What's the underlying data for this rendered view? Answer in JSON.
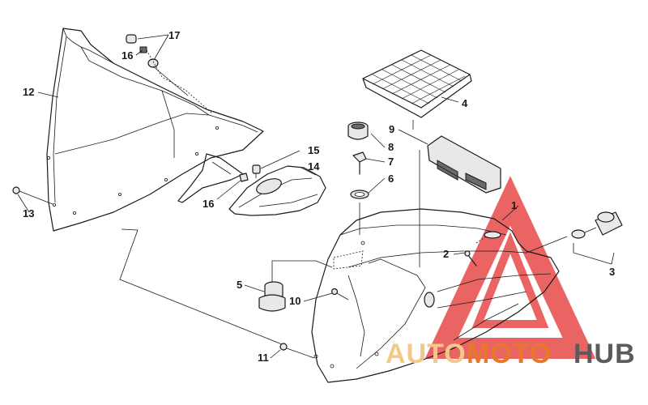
{
  "labels": {
    "p1": "1",
    "p2": "2",
    "p3": "3",
    "p4": "4",
    "p5": "5",
    "p6": "6",
    "p7": "7",
    "p8": "8",
    "p9": "9",
    "p10": "10",
    "p11": "11",
    "p12": "12",
    "p13": "13",
    "p14": "14",
    "p15": "15",
    "p16a": "16",
    "p16b": "16",
    "p17": "17"
  },
  "watermark": {
    "auto": "AUTO",
    "moto": "MOTO",
    "hub": "HUB",
    "colors": {
      "auto": "#f2c98a",
      "moto": "#e7772b",
      "hub": "#5b5b5b",
      "triangle": "#e84a4a"
    }
  }
}
